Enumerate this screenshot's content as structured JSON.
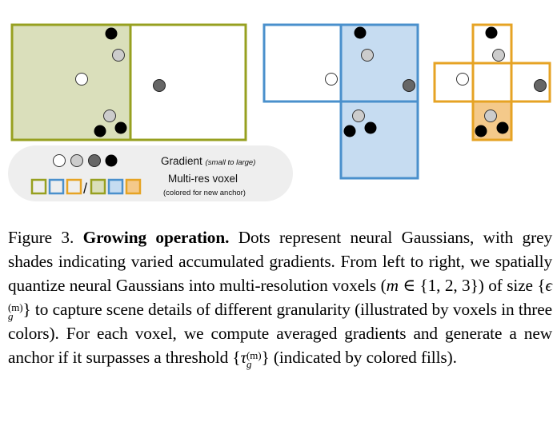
{
  "legend": {
    "gradient_label": "Gradient",
    "gradient_note": "(small to large)",
    "voxel_label": "Multi-res voxel",
    "voxel_note": "(colored for new anchor)",
    "swatch_separator": "/"
  },
  "colors": {
    "level1_stroke": "#97a020",
    "level1_fill": "#dadfbb",
    "level2_stroke": "#4a90cc",
    "level2_fill": "#c6dcf1",
    "level3_stroke": "#e6a324",
    "level3_fill": "#f4c98a",
    "dot_small": "#ffffff",
    "dot_light": "#cccccc",
    "dot_mid": "#666666",
    "dot_large": "#000000",
    "legend_bg": "#eeeeee"
  },
  "caption": {
    "label": "Figure 3.",
    "title": "Growing operation.",
    "t1": " Dots represent neural Gaussians, with grey shades indicating varied accumulated gradients. From left to right, we spatially quantize neural Gaussians into multi-resolution voxels (",
    "m_var": "m",
    "in_set": " ∈ {1, 2, 3}",
    "t2": ") of size {",
    "eps": "ϵ",
    "eps_sub": "g",
    "eps_sup": "(m)",
    "t3": "} to capture scene details of different granularity (illustrated by voxels in three colors). For each voxel, we compute averaged gradients and generate a new anchor if it surpasses a threshold {",
    "tau": "τ",
    "tau_sub": "g",
    "tau_sup": "(m)",
    "t4": "} (indicated by colored fills)."
  }
}
